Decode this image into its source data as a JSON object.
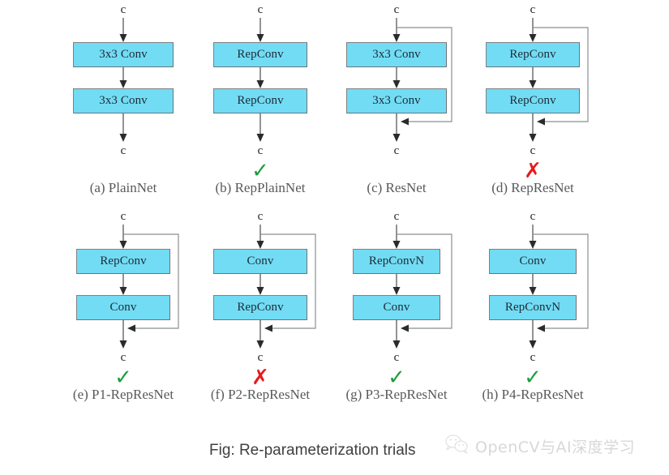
{
  "figure": {
    "caption": "Fig: Re-parameterization trials",
    "background": "#ffffff",
    "box_fill": "#72DCF4",
    "box_border": "#7d8285",
    "arrow_color": "#58595b",
    "ok_color": "#1f9d3f",
    "bad_color": "#e8191b",
    "channel_label": "c"
  },
  "watermark": {
    "icon": "wechat-icon",
    "text": "OpenCV与AI深度学习",
    "color": "#b8b8b8"
  },
  "marks": {
    "check": "✓",
    "cross": "✗",
    "none": ""
  },
  "panels": [
    {
      "id": "plainnet",
      "caption": "(a) PlainNet",
      "top_label": "c",
      "bottom_label": "c",
      "block1": "3x3 Conv",
      "block2": "3x3 Conv",
      "residual": false,
      "verdict": "none",
      "verdict_mark": ""
    },
    {
      "id": "repplainnet",
      "caption": "(b) RepPlainNet",
      "top_label": "c",
      "bottom_label": "c",
      "block1": "RepConv",
      "block2": "RepConv",
      "residual": false,
      "verdict": "ok",
      "verdict_mark": "✓"
    },
    {
      "id": "resnet",
      "caption": "(c) ResNet",
      "top_label": "c",
      "bottom_label": "c",
      "block1": "3x3 Conv",
      "block2": "3x3 Conv",
      "residual": true,
      "verdict": "none",
      "verdict_mark": ""
    },
    {
      "id": "represnet",
      "caption": "(d) RepResNet",
      "top_label": "c",
      "bottom_label": "c",
      "block1": "RepConv",
      "block2": "RepConv",
      "residual": true,
      "verdict": "bad",
      "verdict_mark": "✗"
    },
    {
      "id": "p1-represnet",
      "caption": "(e) P1-RepResNet",
      "top_label": "c",
      "bottom_label": "c",
      "block1": "RepConv",
      "block2": "Conv",
      "residual": true,
      "verdict": "ok",
      "verdict_mark": "✓"
    },
    {
      "id": "p2-represnet",
      "caption": "(f) P2-RepResNet",
      "top_label": "c",
      "bottom_label": "c",
      "block1": "Conv",
      "block2": "RepConv",
      "residual": true,
      "verdict": "bad",
      "verdict_mark": "✗"
    },
    {
      "id": "p3-represnet",
      "caption": "(g) P3-RepResNet",
      "top_label": "c",
      "bottom_label": "c",
      "block1": "RepConvN",
      "block2": "Conv",
      "residual": true,
      "verdict": "ok",
      "verdict_mark": "✓"
    },
    {
      "id": "p4-represnet",
      "caption": "(h) P4-RepResNet",
      "top_label": "c",
      "bottom_label": "c",
      "block1": "Conv",
      "block2": "RepConvN",
      "residual": true,
      "verdict": "ok",
      "verdict_mark": "✓"
    }
  ]
}
